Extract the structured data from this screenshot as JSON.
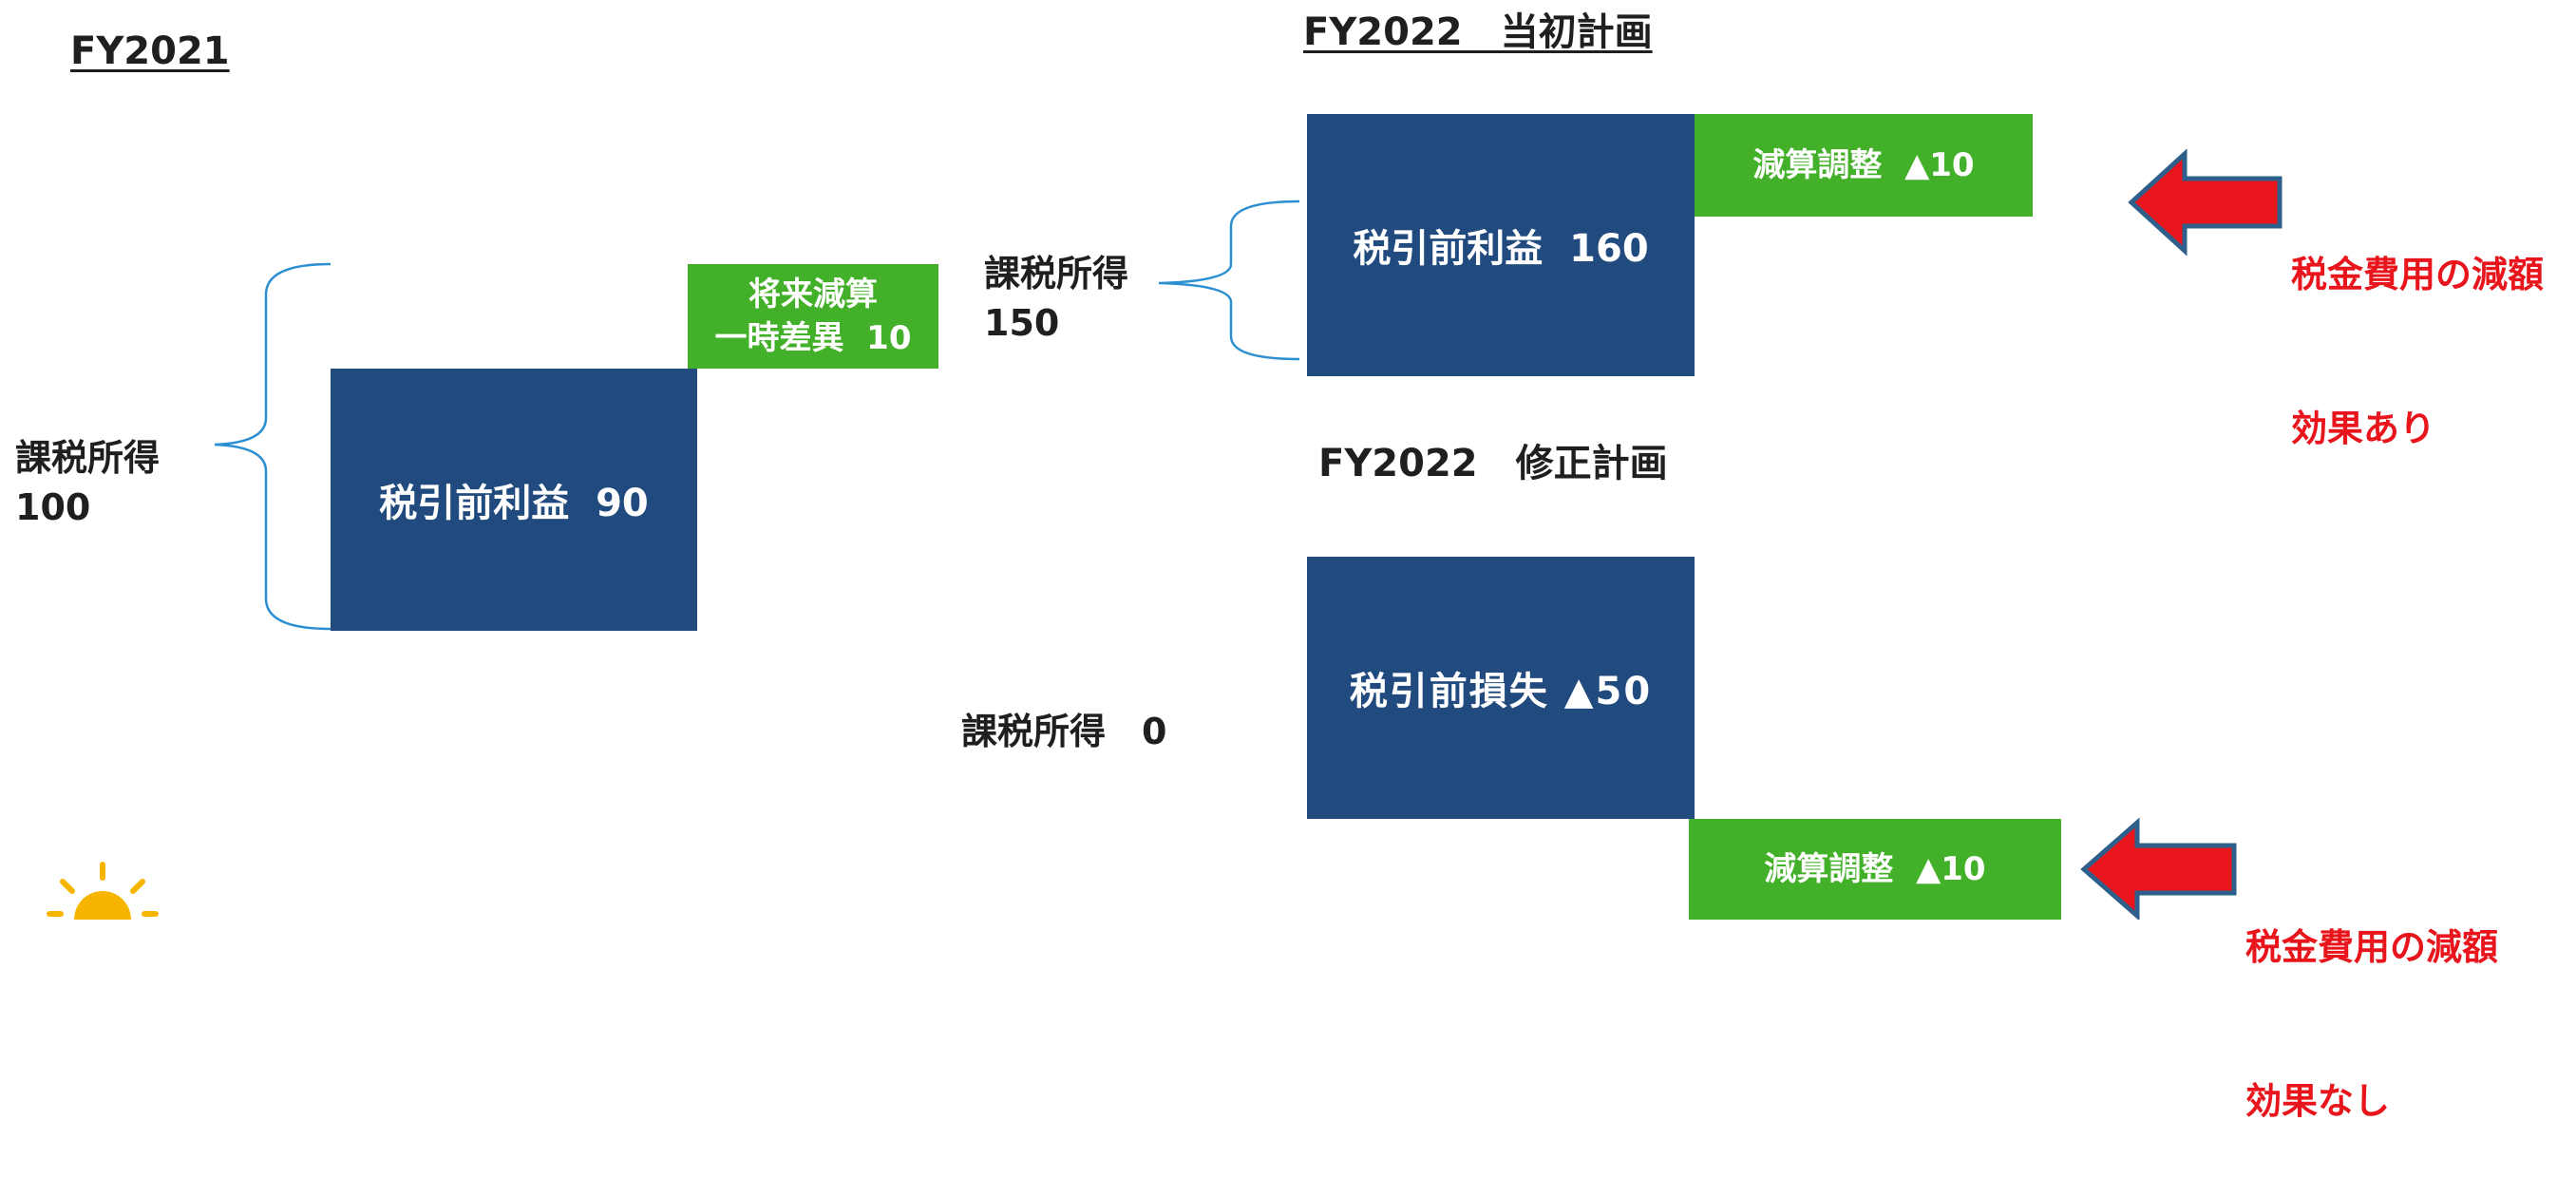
{
  "fy2021": {
    "title": "FY2021",
    "taxable_income_label": "課税所得",
    "taxable_income_value": "100",
    "pretax_profit": "税引前利益  90",
    "deductible_temp_diff_line1": "将来減算",
    "deductible_temp_diff_line2": "一時差異  10"
  },
  "fy2022_initial": {
    "title": "FY2022　当初計画",
    "taxable_income_label": "課税所得",
    "taxable_income_value": "150",
    "pretax_profit": "税引前利益  160",
    "deduction_adjustment": "減算調整  ▲10",
    "note_line1": "税金費用の減額",
    "note_line2": "効果あり"
  },
  "fy2022_revised": {
    "title": "FY2022　修正計画",
    "taxable_income": "課税所得　0",
    "pretax_loss": "税引前損失 ▲50",
    "deduction_adjustment": "減算調整  ▲10",
    "note_line1": "税金費用の減額",
    "note_line2": "効果なし"
  },
  "colors": {
    "box_blue": "#214a7e",
    "box_green": "#43b02a",
    "arrow_red": "#e8151c",
    "arrow_outline": "#2e5f8a",
    "brace_blue": "#2c8fd1",
    "sun": "#f7b500"
  },
  "icons": [
    "red-left-arrow-icon",
    "sun-icon"
  ]
}
